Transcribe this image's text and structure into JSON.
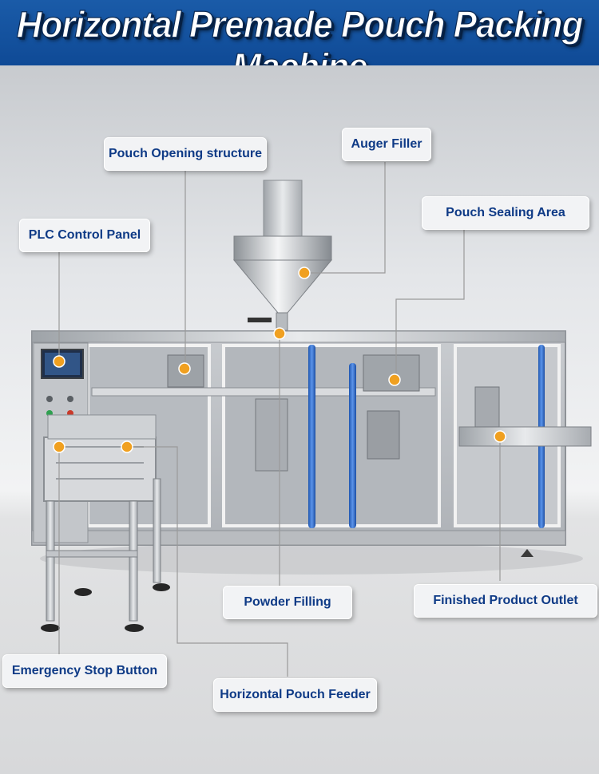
{
  "title": "Horizontal Premade Pouch Packing Machine",
  "labels": {
    "pouch_opening": "Pouch Opening structure",
    "auger_filler": "Auger Filler",
    "pouch_sealing": "Pouch Sealing Area",
    "plc_panel": "PLC Control Panel",
    "powder_filling": "Powder Filling",
    "finished_outlet": "Finished Product Outlet",
    "emergency_stop": "Emergency Stop Button",
    "pouch_feeder": "Horizontal Pouch Feeder"
  },
  "colors": {
    "banner": "#1a5ba8",
    "label_text": "#0e3a86",
    "marker": "#f0a020",
    "blue_rod": "#2f6fd0",
    "leader_line": "#9a9a9a"
  }
}
